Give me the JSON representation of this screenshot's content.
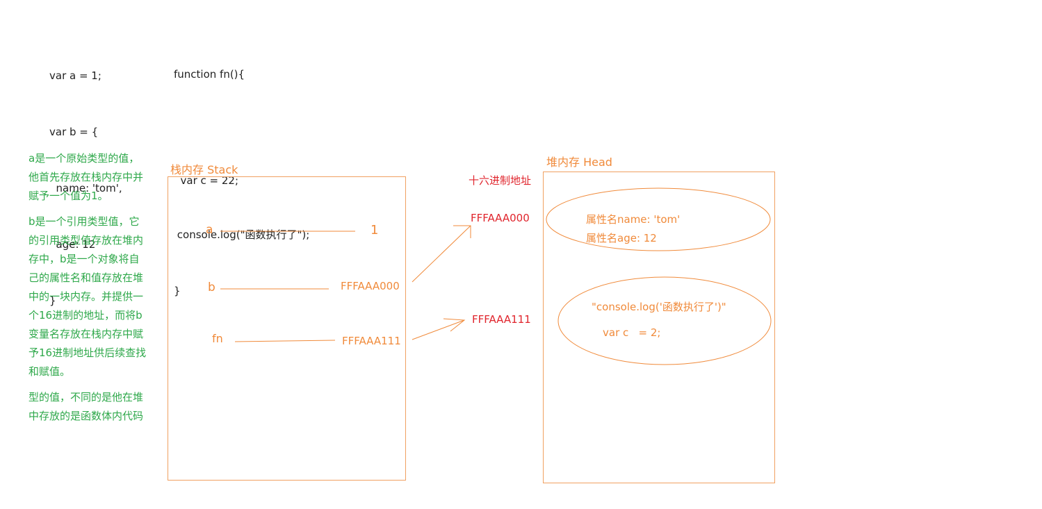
{
  "code_left": {
    "lines": [
      "var a = 1;",
      "var b = {",
      "  name: 'tom',",
      "  age: 12",
      "}"
    ]
  },
  "code_right": {
    "lines": [
      "function fn(){",
      "",
      "  var c = 22;",
      " console.log(\"函数执行了\");",
      "}"
    ]
  },
  "notes": {
    "a_text": "a是一个原始类型的值，他首先存放在栈内存中并赋予一个值为1。",
    "b_text": "b是一个引用类型值，它的引用类型值存放在堆内存中，b是一个对象将自己的属性名和值存放在堆中的一块内存。并提供一个16进制的地址，而将b变量名存放在栈内存中赋予16进制地址供后续查找和赋值。",
    "fn_text": "型的值，不同的是他在堆中存放的是函数体内代码"
  },
  "stack": {
    "title": "栈内存 Stack",
    "a_name": "a",
    "a_value": "1",
    "b_name": "b",
    "b_value": "FFFAAA000",
    "fn_name": "fn",
    "fn_value": "FFFAAA111"
  },
  "hex": {
    "title": "十六进制地址",
    "addr1": "FFFAAA000",
    "addr2": "FFFAAA111"
  },
  "heap": {
    "title": "堆内存 Head",
    "obj_line1": "属性名name: 'tom'",
    "obj_line2": "属性名age: 12",
    "fn_line1": "\"console.log('函数执行了')\"",
    "fn_line2": "var c   = 2;"
  },
  "colors": {
    "orange": "#f08a3a",
    "red": "#e0242c",
    "green": "#2ea84a"
  }
}
